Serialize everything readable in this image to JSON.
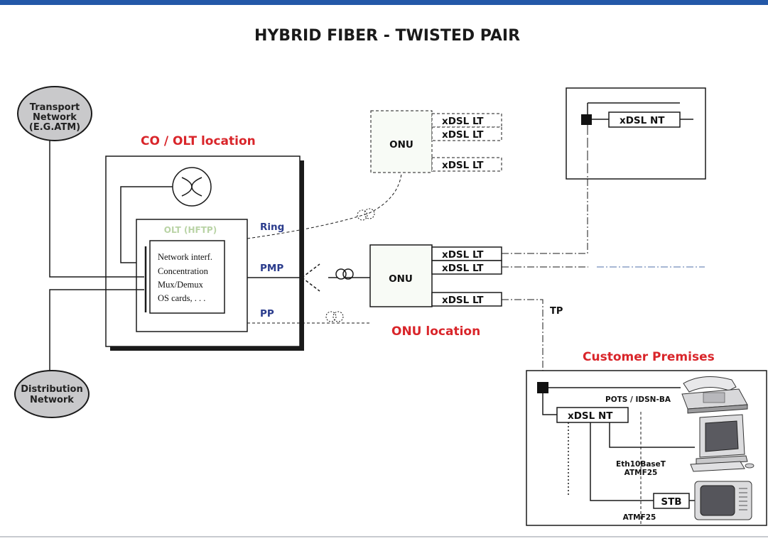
{
  "title": "HYBRID FIBER - TWISTED PAIR",
  "transport_network": {
    "line1": "Transport",
    "line2": "Network",
    "line3": "(E.G.ATM)"
  },
  "distribution_network": {
    "line1": "Distribution",
    "line2": "Network"
  },
  "co_location": "CO / OLT location",
  "olt": {
    "title": "OLT (HFTP)",
    "functions": [
      "Network interf.",
      "Concentration",
      "Mux/Demux",
      "OS cards, . . ."
    ]
  },
  "links": {
    "ring": "Ring",
    "pmp": "PMP",
    "pp": "PP",
    "tp": "TP"
  },
  "onu_top": {
    "label": "ONU",
    "ports": [
      "xDSL LT",
      "xDSL LT",
      "xDSL LT"
    ]
  },
  "onu_mid": {
    "label": "ONU",
    "ports": [
      "xDSL LT",
      "xDSL LT",
      "xDSL LT"
    ]
  },
  "onu_location": "ONU location",
  "remote_nt": {
    "label": "xDSL NT"
  },
  "customer_premises": {
    "title": "Customer Premises",
    "nt_label": "xDSL NT",
    "pots": "POTS / IDSN-BA",
    "eth_line1": "Eth10BaseT",
    "eth_line2": "ATMF25",
    "atmf": "ATMF25",
    "stb": "STB"
  },
  "colors": {
    "accent_bar": "#2358a8",
    "location_red": "#d9252a",
    "link_blue": "#2a3b8c",
    "ellipse_fill": "#c9c9cb"
  }
}
